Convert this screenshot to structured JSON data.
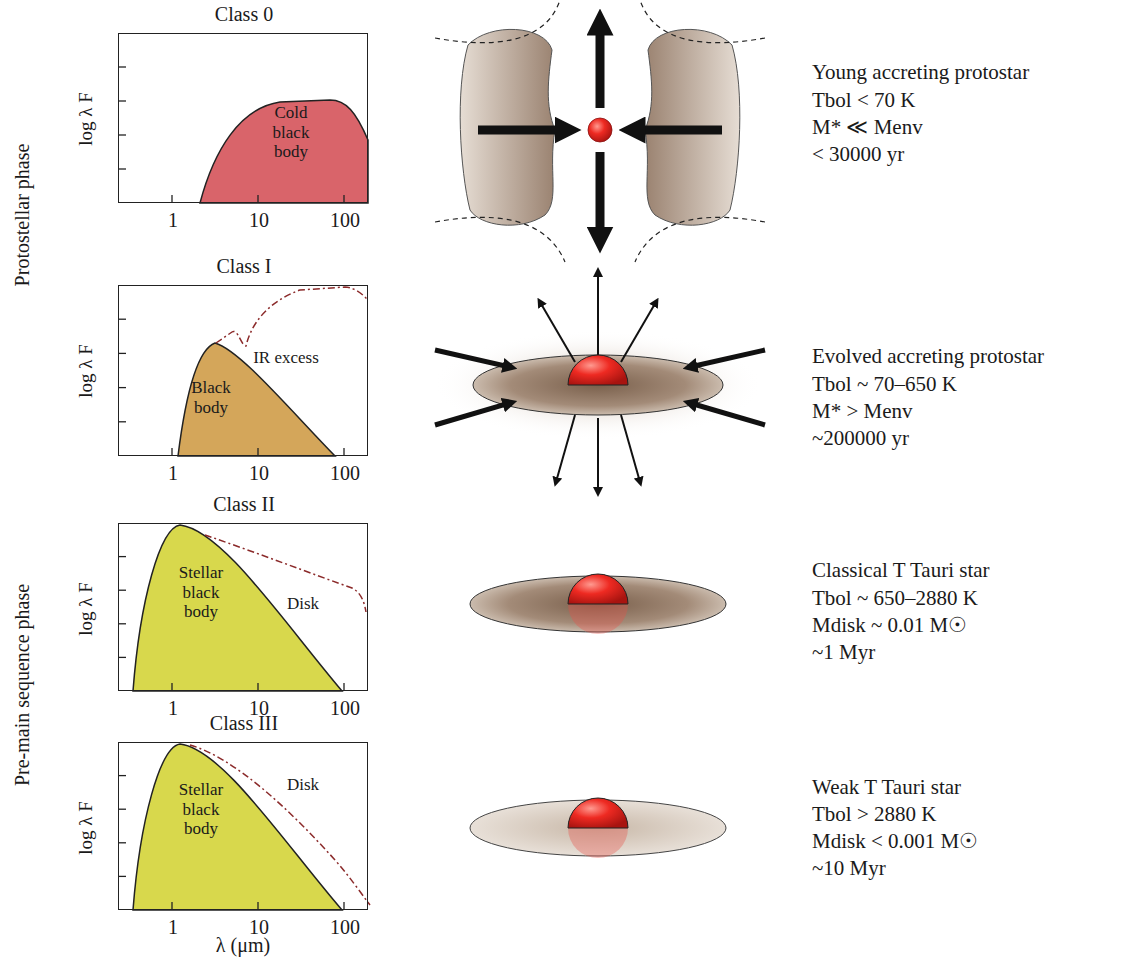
{
  "diagram": {
    "nodes": [
      {
        "text": [
          "Class 0",
          "log λ F",
          "Cold black body",
          "1",
          "10",
          "100"
        ]
      },
      {
        "text": [
          "Class I",
          "log λ F",
          "IR excess",
          "Black body",
          "1",
          "10",
          "100"
        ]
      },
      {
        "text": [
          "Class II",
          "log λ F",
          "Stellar black body",
          "Disk",
          "1",
          "10",
          "100"
        ]
      },
      {
        "text": [
          "Class III",
          "log λ F",
          "Stellar black body",
          "Disk",
          "1",
          "10",
          "100"
        ]
      }
    ],
    "labels": [
      "Protostellar phase",
      "Pre-main sequence phase",
      "Young accreting protostar",
      "Tbol < 70 K",
      "M* ≪ Menv",
      "< 30000 yr",
      "Evolved accreting protostar",
      "Tbol ~ 70–650 K",
      "M* > Menv",
      "~200000 yr",
      "Classical T Tauri star",
      "Tbol ~ 650–2880 K",
      "Mdisk ~ 0.01 M☉",
      "~1 Myr",
      "Weak T Tauri star",
      "Tbol > 2880 K",
      "Mdisk < 0.001 M☉",
      "~10 Myr",
      "λ (μm)"
    ]
  }
}
